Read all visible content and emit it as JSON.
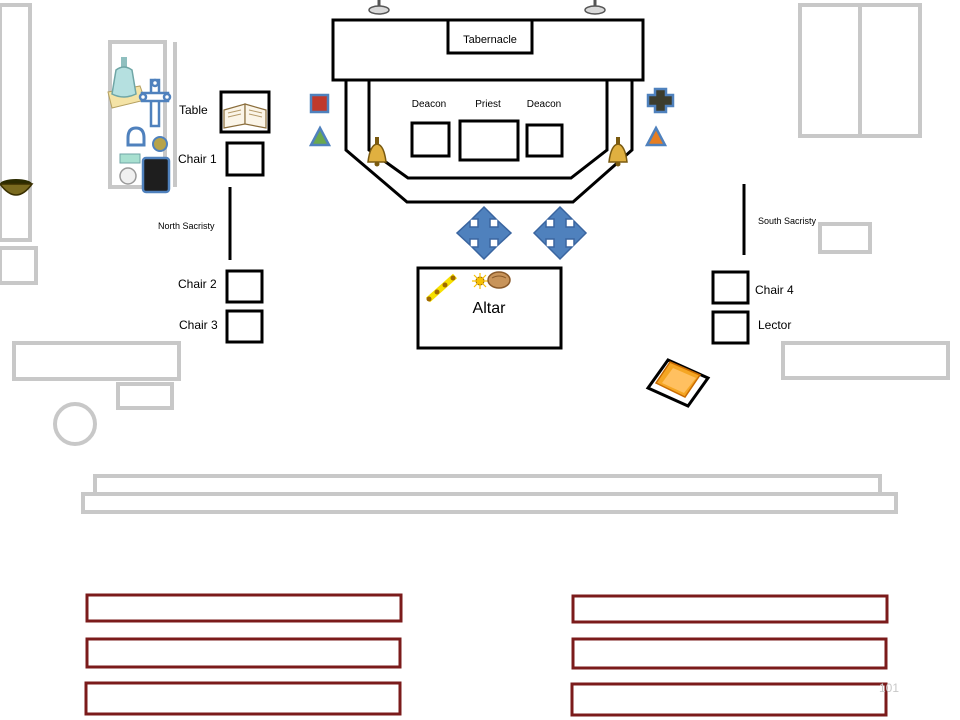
{
  "labels": {
    "tabernacle": "Tabernacle",
    "deacon_left": "Deacon",
    "priest": "Priest",
    "deacon_right": "Deacon",
    "table": "Table",
    "chair1": "Chair 1",
    "north_sacristy": "North Sacristy",
    "south_sacristy": "South Sacristy",
    "chair2": "Chair 2",
    "chair3": "Chair 3",
    "chair4": "Chair 4",
    "lector": "Lector",
    "altar": "Altar"
  },
  "page_number": "101",
  "colors": {
    "outline": "#000000",
    "furniture_gray": "#c8c8c8",
    "pew_red": "#7b1b1b",
    "position_marker": "#4f81bd",
    "marker_red": "#c0392b",
    "marker_green": "#6aa84f",
    "marker_orange": "#e67e22",
    "book_orange": "#f5a623",
    "candle_yellow": "#f7e000"
  },
  "icons": [
    "book-icon",
    "cross-icon",
    "cruet-icon",
    "bell-icon",
    "bread-icon",
    "candle-icon",
    "bowl-icon",
    "move-arrows-icon"
  ]
}
